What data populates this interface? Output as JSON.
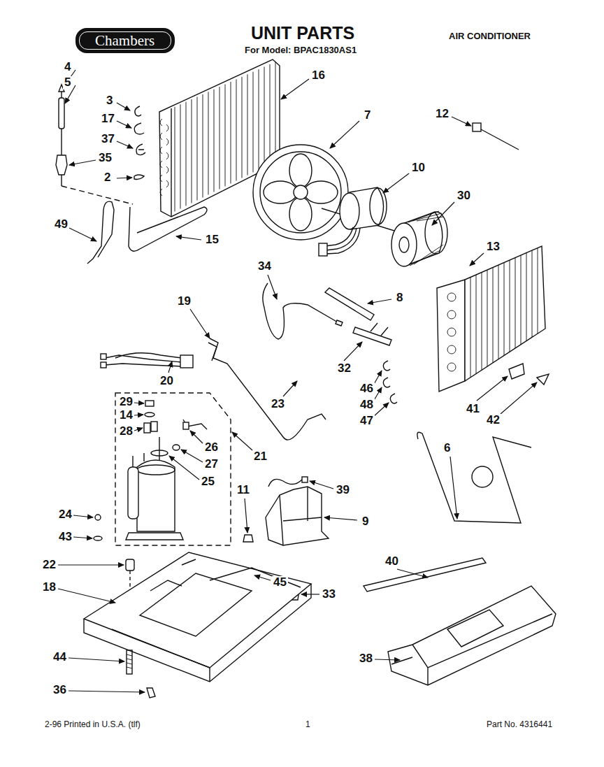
{
  "diagram": {
    "title": "UNIT PARTS",
    "nodes": [
      {
        "text": [
          "Chambers"
        ]
      }
    ],
    "labels": [
      "For Model: BPAC1830AS1",
      "AIR CONDITIONER",
      "4",
      "5",
      "3",
      "17",
      "37",
      "35",
      "2",
      "16",
      "7",
      "12",
      "10",
      "30",
      "13",
      "49",
      "15",
      "34",
      "8",
      "19",
      "32",
      "46",
      "48",
      "47",
      "20",
      "29",
      "14",
      "28",
      "26",
      "27",
      "25",
      "23",
      "21",
      "6",
      "41",
      "42",
      "11",
      "39",
      "9",
      "24",
      "43",
      "22",
      "18",
      "45",
      "33",
      "40",
      "38",
      "44",
      "36",
      "2-96 Printed in U.S.A. (tlf)",
      "1",
      "Part No. 4316441"
    ]
  }
}
